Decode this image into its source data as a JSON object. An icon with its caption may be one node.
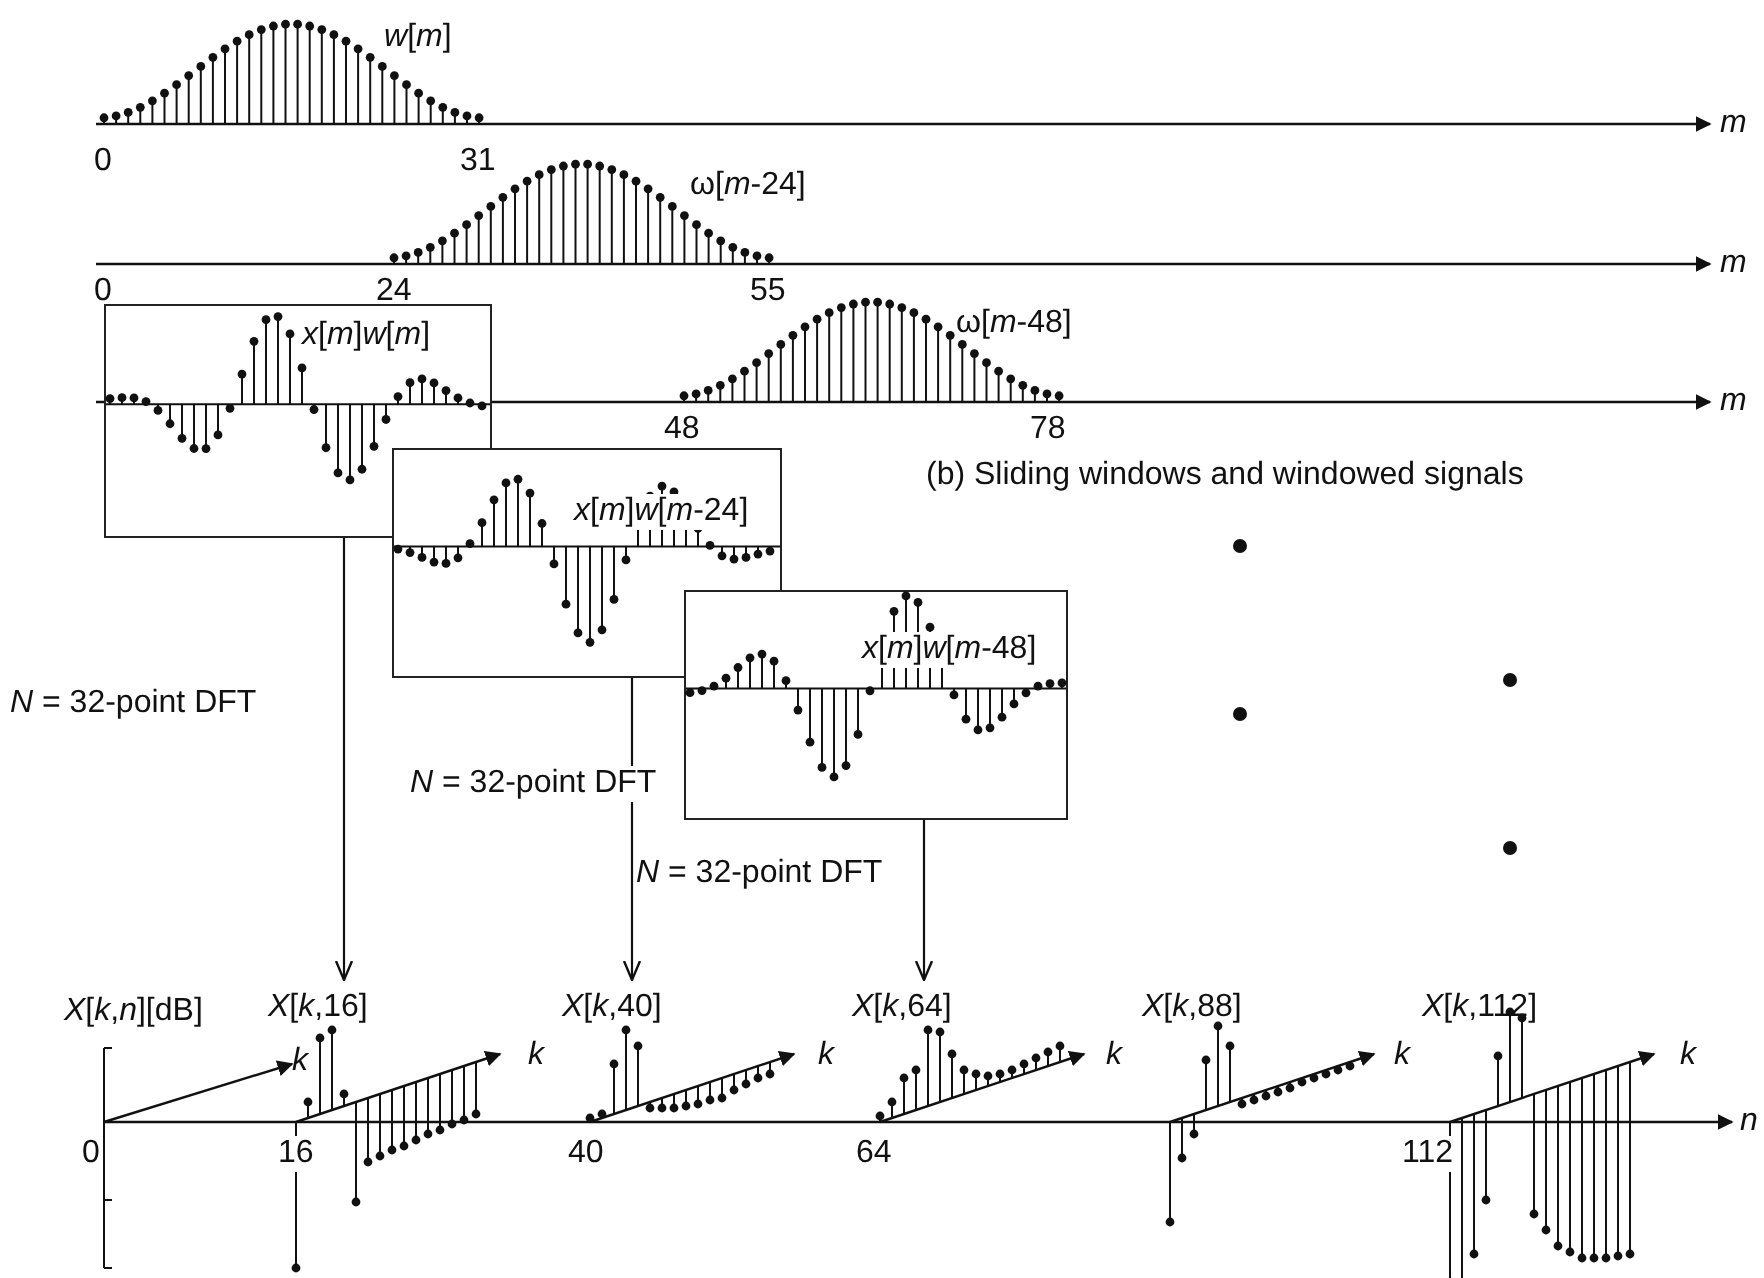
{
  "diagram": {
    "nodes": [
      {
        "text": [
          "*x*[*m*]*w*[*m*]"
        ]
      },
      {
        "text": [
          "*x*[*m*]*w*[*m*-24]"
        ]
      },
      {
        "text": [
          "*x*[*m*]*w*[*m*-48]"
        ]
      },
      {
        "text": [
          "*X*[*k*,16]"
        ]
      },
      {
        "text": [
          "*X*[*k*,40]"
        ]
      },
      {
        "text": [
          "*X*[*k*,64]"
        ]
      },
      {
        "text": [
          "*X*[*k*,88]"
        ]
      },
      {
        "text": [
          "*X*[*k*,112]"
        ]
      }
    ],
    "edges": [
      {
        "from": 0,
        "to": 3,
        "arrow": "to",
        "label": "*N* = 32-point DFT"
      },
      {
        "from": 1,
        "to": 4,
        "arrow": "to",
        "label": "*N* = 32-point DFT"
      },
      {
        "from": 2,
        "to": 5,
        "arrow": "to",
        "label": "*N* = 32-point DFT"
      }
    ],
    "labels": [
      "*w*[*m*]",
      "0",
      "31",
      "*m*",
      "ω[*m*-24]",
      "0",
      "24",
      "55",
      "*m*",
      "ω[*m*-48]",
      "48",
      "78",
      "*m*",
      "(b) Sliding windows and windowed signals",
      "*X*[*k*,*n*][dB]",
      "*k*",
      "0",
      "16",
      "40",
      "64",
      "112",
      "*n*",
      "*k*",
      "*k*",
      "*k*",
      "*k*",
      "*k*"
    ]
  }
}
